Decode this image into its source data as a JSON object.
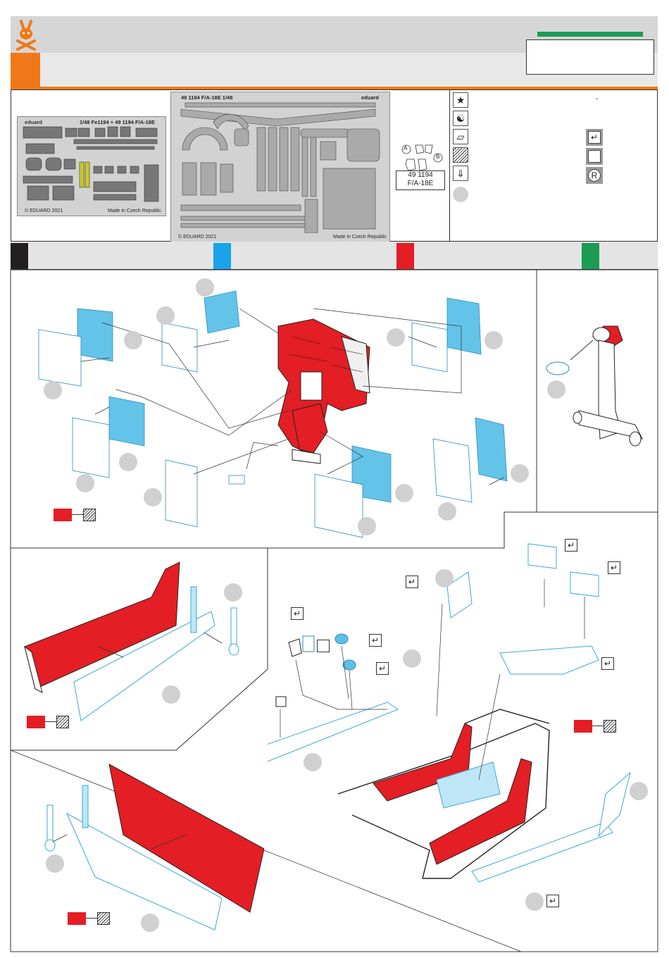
{
  "fret_small": {
    "brand": "eduard",
    "title": "1/48   Fe1194 + 49 1194 F/A-18E",
    "copyright": "© EDUARD 2021",
    "made_in": "Made in Czech Republic"
  },
  "fret_large": {
    "title": "49 1194  F/A-18E   1/48",
    "brand": "eduard",
    "copyright": "© EDUARD 2021",
    "made_in": "Made in Czech Republic"
  },
  "set_label": {
    "variant_a": "A",
    "variant_b": "B",
    "number": "49 1194",
    "aircraft": "F/A-18E"
  },
  "legend": {
    "icons": [
      "star-icon",
      "yin-yang-icon",
      "flat-part-icon",
      "hatched-paint-icon",
      "drill-icon"
    ],
    "bend_icons": [
      "bend-arrow-icon",
      "blank-box-icon",
      "replace-r-icon"
    ],
    "replace_symbol": "R",
    "dash": "-"
  },
  "color_strip": {
    "swatches": [
      "#231f20",
      "#1aa3e8",
      "#e31e24",
      "#1a9c55"
    ]
  },
  "colors": {
    "orange": "#f07818",
    "red_paint": "#e31e24",
    "pe_blue": "#5bc0e8",
    "green": "#1a9c55"
  }
}
